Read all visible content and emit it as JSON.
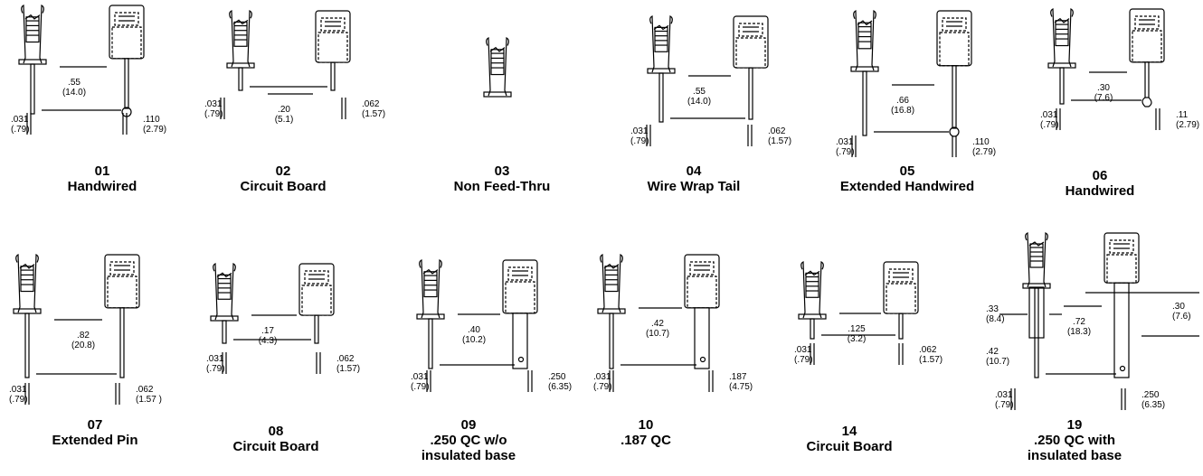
{
  "terminals": [
    {
      "code": "01",
      "name": "Handwired",
      "dims": [
        ".55",
        "(14.0)",
        ".031",
        "(.79)",
        ".110",
        "(2.79)"
      ]
    },
    {
      "code": "02",
      "name": "Circuit Board",
      "dims": [
        ".20",
        "(5.1)",
        ".031",
        "(.79)",
        ".062",
        "(1.57)"
      ]
    },
    {
      "code": "03",
      "name": "Non Feed-Thru",
      "dims": []
    },
    {
      "code": "04",
      "name": "Wire Wrap Tail",
      "dims": [
        ".55",
        "(14.0)",
        ".031",
        "(.79)",
        ".062",
        "(1.57)"
      ]
    },
    {
      "code": "05",
      "name": "Extended Handwired",
      "dims": [
        ".66",
        "(16.8)",
        ".031",
        "(.79)",
        ".110",
        "(2.79)"
      ]
    },
    {
      "code": "06",
      "name": "Handwired",
      "dims": [
        ".30",
        "(7.6)",
        ".031",
        "(.79)",
        ".11",
        "(2.79)"
      ]
    },
    {
      "code": "07",
      "name": "Extended Pin",
      "dims": [
        ".82",
        "(20.8)",
        ".031",
        "(.79)",
        ".062",
        "(1.57 )"
      ]
    },
    {
      "code": "08",
      "name": "Circuit Board",
      "dims": [
        ".17",
        "(4.3)",
        ".031",
        "(.79)",
        ".062",
        "(1.57)"
      ]
    },
    {
      "code": "09",
      "name": ".250 QC w/o",
      "name2": "insulated base",
      "dims": [
        ".40",
        "(10.2)",
        ".031",
        "(.79)",
        ".250",
        "(6.35)"
      ]
    },
    {
      "code": "10",
      "name": ".187 QC",
      "dims": [
        ".42",
        "(10.7)",
        ".031",
        "(.79)",
        ".187",
        "(4.75)"
      ]
    },
    {
      "code": "14",
      "name": "Circuit Board",
      "dims": [
        ".125",
        "(3.2)",
        ".031",
        "(.79)",
        ".062",
        "(1.57)"
      ]
    },
    {
      "code": "19",
      "name": ".250 QC with",
      "name2": "insulated base",
      "dims": [
        ".72",
        "(18.3)",
        ".031",
        "(.79)",
        ".250",
        "(6.35)",
        ".33",
        "(8.4)",
        ".42",
        "(10.7)",
        ".30",
        "(7.6)"
      ]
    }
  ]
}
